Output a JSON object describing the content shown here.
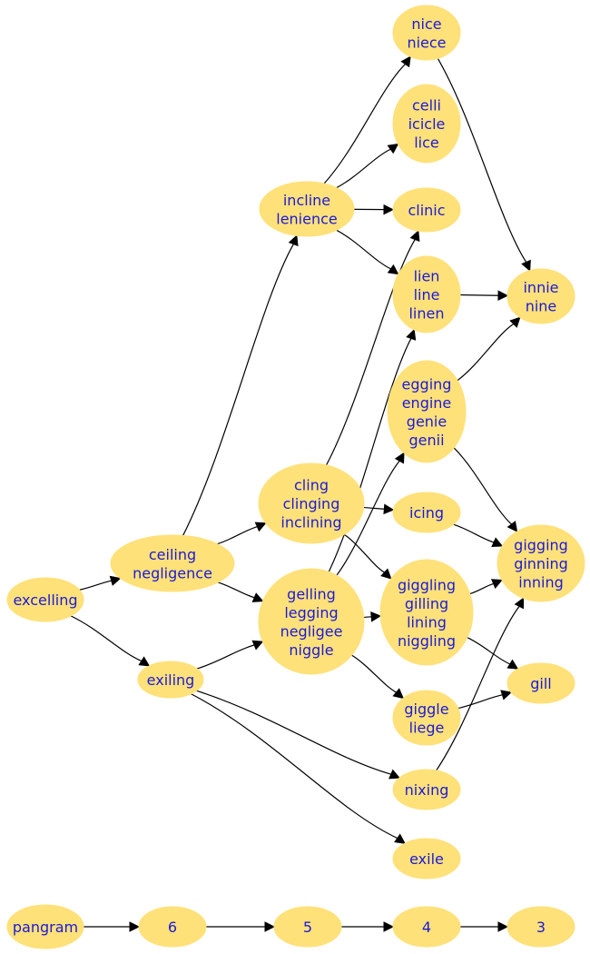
{
  "nodes": [
    {
      "id": "excelling",
      "lines": [
        "excelling"
      ]
    },
    {
      "id": "ceiling",
      "lines": [
        "ceiling",
        "negligence"
      ]
    },
    {
      "id": "exiling",
      "lines": [
        "exiling"
      ]
    },
    {
      "id": "incline",
      "lines": [
        "incline",
        "lenience"
      ]
    },
    {
      "id": "cling",
      "lines": [
        "cling",
        "clinging",
        "inclining"
      ]
    },
    {
      "id": "gelling",
      "lines": [
        "gelling",
        "legging",
        "negligee",
        "niggle"
      ]
    },
    {
      "id": "nice",
      "lines": [
        "nice",
        "niece"
      ]
    },
    {
      "id": "celli",
      "lines": [
        "celli",
        "icicle",
        "lice"
      ]
    },
    {
      "id": "clinic",
      "lines": [
        "clinic"
      ]
    },
    {
      "id": "lien",
      "lines": [
        "lien",
        "line",
        "linen"
      ]
    },
    {
      "id": "egging",
      "lines": [
        "egging",
        "engine",
        "genie",
        "genii"
      ]
    },
    {
      "id": "icing",
      "lines": [
        "icing"
      ]
    },
    {
      "id": "giggling",
      "lines": [
        "giggling",
        "gilling",
        "lining",
        "niggling"
      ]
    },
    {
      "id": "giggle",
      "lines": [
        "giggle",
        "liege"
      ]
    },
    {
      "id": "nixing",
      "lines": [
        "nixing"
      ]
    },
    {
      "id": "exile",
      "lines": [
        "exile"
      ]
    },
    {
      "id": "innie",
      "lines": [
        "innie",
        "nine"
      ]
    },
    {
      "id": "gigging",
      "lines": [
        "gigging",
        "ginning",
        "inning"
      ]
    },
    {
      "id": "gill",
      "lines": [
        "gill"
      ]
    },
    {
      "id": "pangram",
      "lines": [
        "pangram"
      ]
    },
    {
      "id": "n6",
      "lines": [
        "6"
      ]
    },
    {
      "id": "n5",
      "lines": [
        "5"
      ]
    },
    {
      "id": "n4",
      "lines": [
        "4"
      ]
    },
    {
      "id": "n3",
      "lines": [
        "3"
      ]
    }
  ],
  "edges": [
    [
      "excelling",
      "ceiling"
    ],
    [
      "excelling",
      "exiling"
    ],
    [
      "ceiling",
      "incline"
    ],
    [
      "ceiling",
      "cling"
    ],
    [
      "ceiling",
      "gelling"
    ],
    [
      "exiling",
      "gelling"
    ],
    [
      "exiling",
      "nixing"
    ],
    [
      "exiling",
      "exile"
    ],
    [
      "incline",
      "nice"
    ],
    [
      "incline",
      "celli"
    ],
    [
      "incline",
      "clinic"
    ],
    [
      "incline",
      "lien"
    ],
    [
      "cling",
      "clinic"
    ],
    [
      "cling",
      "icing"
    ],
    [
      "cling",
      "giggling"
    ],
    [
      "gelling",
      "lien"
    ],
    [
      "gelling",
      "egging"
    ],
    [
      "gelling",
      "giggling"
    ],
    [
      "gelling",
      "giggle"
    ],
    [
      "nice",
      "innie"
    ],
    [
      "lien",
      "innie"
    ],
    [
      "egging",
      "innie"
    ],
    [
      "egging",
      "gigging"
    ],
    [
      "icing",
      "gigging"
    ],
    [
      "giggling",
      "gigging"
    ],
    [
      "giggling",
      "gill"
    ],
    [
      "giggle",
      "gill"
    ],
    [
      "nixing",
      "gigging"
    ],
    [
      "pangram",
      "n6"
    ],
    [
      "n6",
      "n5"
    ],
    [
      "n5",
      "n4"
    ],
    [
      "n4",
      "n3"
    ]
  ],
  "colors": {
    "node_fill": "#ffe17a",
    "node_text": "#1a1ad6",
    "edge": "#000000"
  }
}
